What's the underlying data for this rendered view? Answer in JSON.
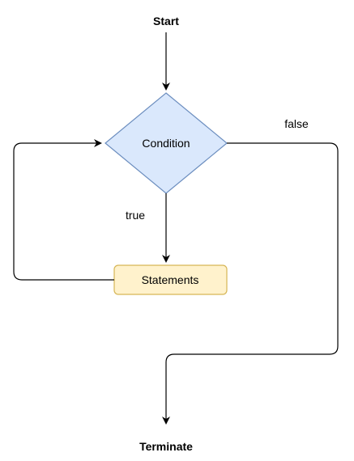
{
  "flowchart": {
    "nodes": {
      "start": {
        "label": "Start"
      },
      "condition": {
        "label": "Condition"
      },
      "statements": {
        "label": "Statements"
      },
      "terminate": {
        "label": "Terminate"
      }
    },
    "edges": {
      "true_label": "true",
      "false_label": "false"
    }
  },
  "colors": {
    "diamond_fill": "#dae8fc",
    "diamond_stroke": "#6c8ebf",
    "statements_fill": "#fff2cc",
    "statements_stroke": "#d6b656",
    "line": "#000000"
  }
}
